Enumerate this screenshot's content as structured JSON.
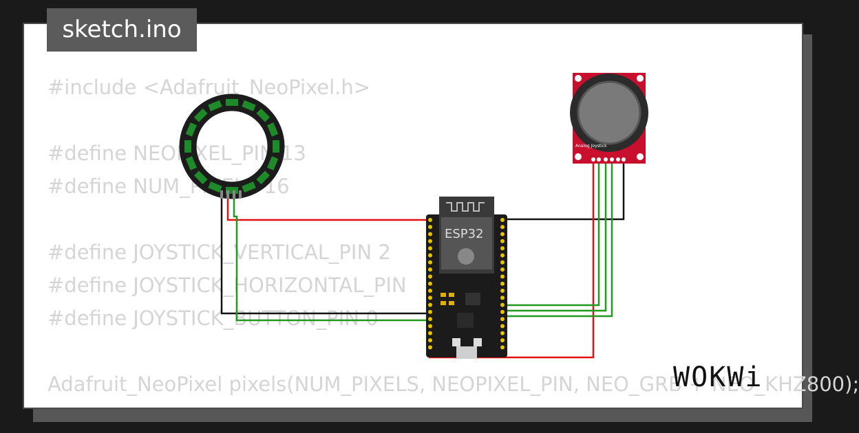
{
  "tab": {
    "filename": "sketch.ino"
  },
  "code_lines": [
    "#include <Adafruit_NeoPixel.h>",
    "",
    "#define NEOPIXEL_PIN 13",
    "#define NUM_PIXELS 16",
    "",
    "#define JOYSTICK_VERTICAL_PIN 2",
    "#define JOYSTICK_HORIZONTAL_PIN",
    "#define JOYSTICK_BUTTON_PIN 0",
    "",
    "Adafruit_NeoPixel pixels(NUM_PIXELS, NEOPIXEL_PIN, NEO_GRB + NEO_KHZ800);"
  ],
  "board": {
    "label": "ESP32"
  },
  "joystick": {
    "label": "Analog Joystick"
  },
  "logo": "WOKWi",
  "colors": {
    "wire_red": "#e01010",
    "wire_green": "#1f9a1f",
    "wire_black": "#111111",
    "joystick_pcb": "#c8102e",
    "board": "#1b1b1b"
  }
}
